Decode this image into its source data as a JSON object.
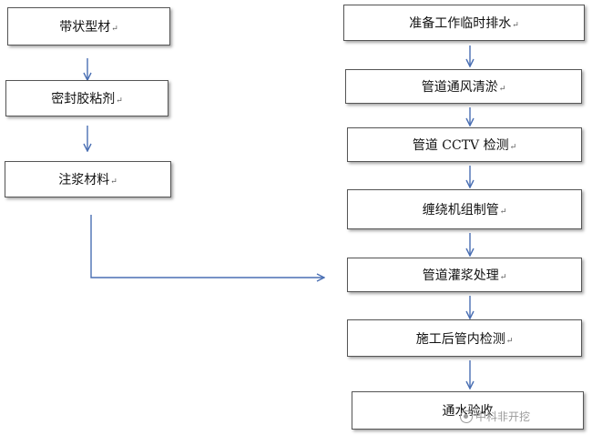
{
  "left_flow": {
    "steps": [
      {
        "label": "带状型材"
      },
      {
        "label": "密封胶粘剂"
      },
      {
        "label": "注浆材料"
      }
    ]
  },
  "right_flow": {
    "steps": [
      {
        "label": "准备工作临时排水"
      },
      {
        "label": "管道通风清淤"
      },
      {
        "label": "管道 CCTV 检测"
      },
      {
        "label": "缠绕机组制管"
      },
      {
        "label": "管道灌浆处理"
      },
      {
        "label": "施工后管内检测"
      },
      {
        "label": "通水验收"
      }
    ]
  },
  "paragraph_mark": "↵",
  "watermark": {
    "text": "中科非开挖"
  },
  "colors": {
    "arrow": "#4a6fb3",
    "border": "#555555"
  }
}
